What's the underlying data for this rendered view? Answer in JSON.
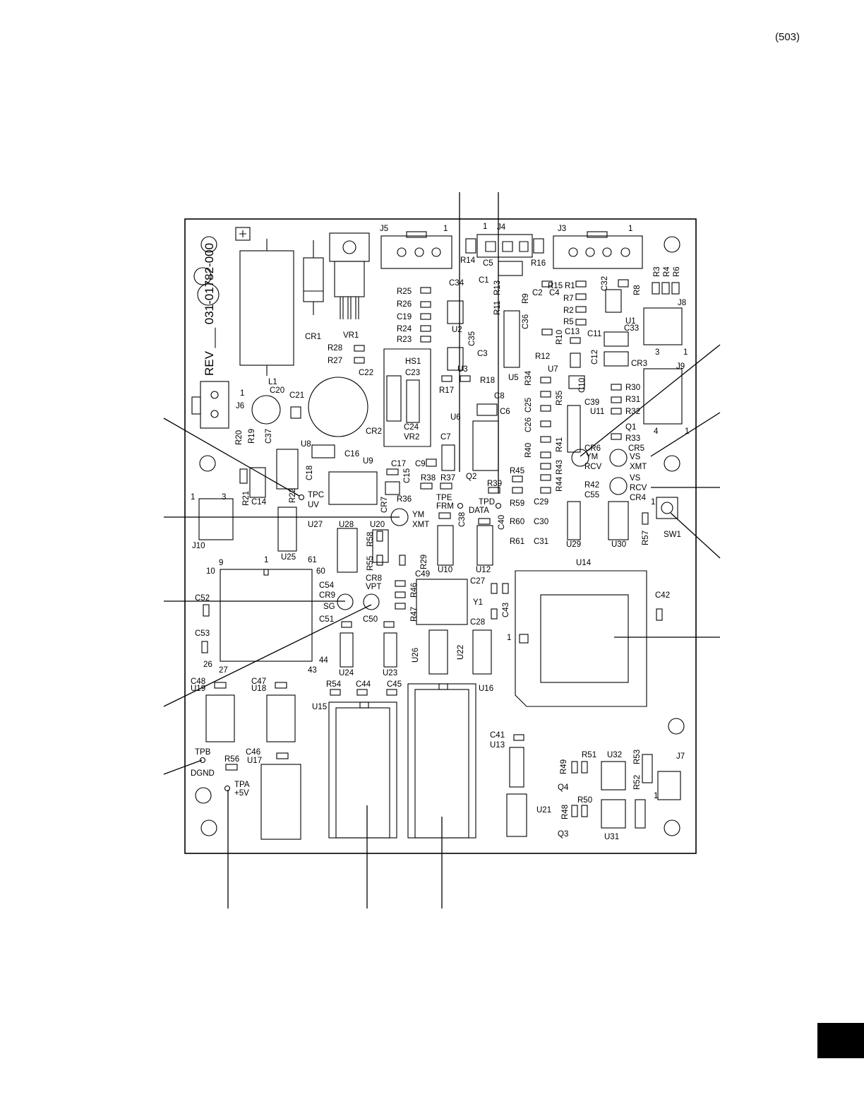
{
  "page": {
    "number": "(503)"
  },
  "board": {
    "part_number": "REV ___ 031-01782-000",
    "labels": [
      {
        "id": "l1",
        "text": "J5"
      },
      {
        "id": "l2",
        "text": "1"
      },
      {
        "id": "l3",
        "text": "1"
      },
      {
        "id": "l4",
        "text": "J4"
      },
      {
        "id": "l5",
        "text": "J3"
      },
      {
        "id": "l6",
        "text": "1"
      },
      {
        "id": "l7",
        "text": "R14"
      },
      {
        "id": "l8",
        "text": "C5"
      },
      {
        "id": "l9",
        "text": "R16"
      },
      {
        "id": "l10",
        "text": "R3"
      },
      {
        "id": "l11",
        "text": "R4"
      },
      {
        "id": "l12",
        "text": "R6"
      },
      {
        "id": "l13",
        "text": "R25"
      },
      {
        "id": "l14",
        "text": "R26"
      },
      {
        "id": "l15",
        "text": "C19"
      },
      {
        "id": "l16",
        "text": "R24"
      },
      {
        "id": "l17",
        "text": "R23"
      },
      {
        "id": "l18",
        "text": "C34"
      },
      {
        "id": "l19",
        "text": "C1"
      },
      {
        "id": "l20",
        "text": "R13"
      },
      {
        "id": "l21",
        "text": "R11"
      },
      {
        "id": "l22",
        "text": "R15"
      },
      {
        "id": "l23",
        "text": "R1"
      },
      {
        "id": "l24",
        "text": "C32"
      },
      {
        "id": "l25",
        "text": "R8"
      },
      {
        "id": "l26",
        "text": "C2"
      },
      {
        "id": "l27",
        "text": "C4"
      },
      {
        "id": "l28",
        "text": "R9"
      },
      {
        "id": "l29",
        "text": "R7"
      },
      {
        "id": "l30",
        "text": "R2"
      },
      {
        "id": "l31",
        "text": "R5"
      },
      {
        "id": "l32",
        "text": "J8"
      },
      {
        "id": "l33",
        "text": "U2"
      },
      {
        "id": "l34",
        "text": "C35"
      },
      {
        "id": "l35",
        "text": "C36"
      },
      {
        "id": "l36",
        "text": "R10"
      },
      {
        "id": "l37",
        "text": "C13"
      },
      {
        "id": "l38",
        "text": "U1"
      },
      {
        "id": "l39",
        "text": "C33"
      },
      {
        "id": "l40",
        "text": "C11"
      },
      {
        "id": "l41",
        "text": "CR1"
      },
      {
        "id": "l42",
        "text": "VR1"
      },
      {
        "id": "l43",
        "text": "R28"
      },
      {
        "id": "l44",
        "text": "R27"
      },
      {
        "id": "l45",
        "text": "C3"
      },
      {
        "id": "l46",
        "text": "R12"
      },
      {
        "id": "l47",
        "text": "C12"
      },
      {
        "id": "l48",
        "text": "3"
      },
      {
        "id": "l49",
        "text": "1"
      },
      {
        "id": "l50",
        "text": "HS1"
      },
      {
        "id": "l51",
        "text": "C23"
      },
      {
        "id": "l52",
        "text": "U3"
      },
      {
        "id": "l53",
        "text": "U5"
      },
      {
        "id": "l54",
        "text": "U7"
      },
      {
        "id": "l55",
        "text": "CR3"
      },
      {
        "id": "l56",
        "text": "J9"
      },
      {
        "id": "l57",
        "text": "L1"
      },
      {
        "id": "l58",
        "text": "C22"
      },
      {
        "id": "l59",
        "text": "R17"
      },
      {
        "id": "l60",
        "text": "R18"
      },
      {
        "id": "l61",
        "text": "R34"
      },
      {
        "id": "l62",
        "text": "C10"
      },
      {
        "id": "l63",
        "text": "R30"
      },
      {
        "id": "l64",
        "text": "C20"
      },
      {
        "id": "l65",
        "text": "C21"
      },
      {
        "id": "l66",
        "text": "C8"
      },
      {
        "id": "l67",
        "text": "C6"
      },
      {
        "id": "l68",
        "text": "C25"
      },
      {
        "id": "l69",
        "text": "R35"
      },
      {
        "id": "l70",
        "text": "C39"
      },
      {
        "id": "l71",
        "text": "R31"
      },
      {
        "id": "l72",
        "text": "J6"
      },
      {
        "id": "l73",
        "text": "1"
      },
      {
        "id": "l74",
        "text": "CR2"
      },
      {
        "id": "l75",
        "text": "C24"
      },
      {
        "id": "l76",
        "text": "VR2"
      },
      {
        "id": "l77",
        "text": "U6"
      },
      {
        "id": "l78",
        "text": "C26"
      },
      {
        "id": "l79",
        "text": "U11"
      },
      {
        "id": "l80",
        "text": "R32"
      },
      {
        "id": "l81",
        "text": "Q1"
      },
      {
        "id": "l82",
        "text": "4"
      },
      {
        "id": "l83",
        "text": "1"
      },
      {
        "id": "l84",
        "text": "R20"
      },
      {
        "id": "l85",
        "text": "R19"
      },
      {
        "id": "l86",
        "text": "C37"
      },
      {
        "id": "l87",
        "text": "U8"
      },
      {
        "id": "l88",
        "text": "C16"
      },
      {
        "id": "l89",
        "text": "C7"
      },
      {
        "id": "l90",
        "text": "R33"
      },
      {
        "id": "l91",
        "text": "U9"
      },
      {
        "id": "l92",
        "text": "R40"
      },
      {
        "id": "l93",
        "text": "R41"
      },
      {
        "id": "l94",
        "text": "CR6"
      },
      {
        "id": "l95",
        "text": "YM"
      },
      {
        "id": "l96",
        "text": "RCV"
      },
      {
        "id": "l97",
        "text": "CR5"
      },
      {
        "id": "l98",
        "text": "VS"
      },
      {
        "id": "l99",
        "text": "XMT"
      },
      {
        "id": "l100",
        "text": "C18"
      },
      {
        "id": "l101",
        "text": "C17"
      },
      {
        "id": "l102",
        "text": "C9"
      },
      {
        "id": "l103",
        "text": "C15"
      },
      {
        "id": "l104",
        "text": "R43"
      },
      {
        "id": "l105",
        "text": "R45"
      },
      {
        "id": "l106",
        "text": "Q2"
      },
      {
        "id": "l107",
        "text": "R38"
      },
      {
        "id": "l108",
        "text": "R37"
      },
      {
        "id": "l109",
        "text": "R39"
      },
      {
        "id": "l110",
        "text": "R44"
      },
      {
        "id": "l111",
        "text": "R42"
      },
      {
        "id": "l112",
        "text": "VS"
      },
      {
        "id": "l113",
        "text": "RCV"
      },
      {
        "id": "l114",
        "text": "1"
      },
      {
        "id": "l115",
        "text": "3"
      },
      {
        "id": "l116",
        "text": "R21"
      },
      {
        "id": "l117",
        "text": "R22"
      },
      {
        "id": "l118",
        "text": "TPC"
      },
      {
        "id": "l119",
        "text": "UV"
      },
      {
        "id": "l120",
        "text": "C14"
      },
      {
        "id": "l121",
        "text": "R36"
      },
      {
        "id": "l122",
        "text": "TPE"
      },
      {
        "id": "l123",
        "text": "FRM"
      },
      {
        "id": "l124",
        "text": "TPD"
      },
      {
        "id": "l125",
        "text": "DATA"
      },
      {
        "id": "l126",
        "text": "C55"
      },
      {
        "id": "l127",
        "text": "CR4"
      },
      {
        "id": "l128",
        "text": "C38"
      },
      {
        "id": "l129",
        "text": "C40"
      },
      {
        "id": "l130",
        "text": "R59"
      },
      {
        "id": "l131",
        "text": "C29"
      },
      {
        "id": "l132",
        "text": "1"
      },
      {
        "id": "l133",
        "text": "CR7"
      },
      {
        "id": "l134",
        "text": "YM"
      },
      {
        "id": "l135",
        "text": "XMT"
      },
      {
        "id": "l136",
        "text": "U27"
      },
      {
        "id": "l137",
        "text": "U28"
      },
      {
        "id": "l138",
        "text": "U20"
      },
      {
        "id": "l139",
        "text": "R60"
      },
      {
        "id": "l140",
        "text": "C30"
      },
      {
        "id": "l141",
        "text": "SW1"
      },
      {
        "id": "l142",
        "text": "R57"
      },
      {
        "id": "l143",
        "text": "J10"
      },
      {
        "id": "l144",
        "text": "R58"
      },
      {
        "id": "l145",
        "text": "R61"
      },
      {
        "id": "l146",
        "text": "C31"
      },
      {
        "id": "l147",
        "text": "U29"
      },
      {
        "id": "l148",
        "text": "U30"
      },
      {
        "id": "l149",
        "text": "U25"
      },
      {
        "id": "l150",
        "text": "R55"
      },
      {
        "id": "l151",
        "text": "R29"
      },
      {
        "id": "l152",
        "text": "9"
      },
      {
        "id": "l153",
        "text": "1"
      },
      {
        "id": "l154",
        "text": "61"
      },
      {
        "id": "l155",
        "text": "10"
      },
      {
        "id": "l156",
        "text": "60"
      },
      {
        "id": "l157",
        "text": "U10"
      },
      {
        "id": "l158",
        "text": "U12"
      },
      {
        "id": "l159",
        "text": "U14"
      },
      {
        "id": "l160",
        "text": "C54"
      },
      {
        "id": "l161",
        "text": "CR8"
      },
      {
        "id": "l162",
        "text": "C49"
      },
      {
        "id": "l163",
        "text": "C27"
      },
      {
        "id": "l164",
        "text": "C42"
      },
      {
        "id": "l165",
        "text": "CR9"
      },
      {
        "id": "l166",
        "text": "VPT"
      },
      {
        "id": "l167",
        "text": "R46"
      },
      {
        "id": "l168",
        "text": "C52"
      },
      {
        "id": "l169",
        "text": "SG"
      },
      {
        "id": "l170",
        "text": "Y1"
      },
      {
        "id": "l171",
        "text": "C43"
      },
      {
        "id": "l172",
        "text": "R47"
      },
      {
        "id": "l173",
        "text": "C51"
      },
      {
        "id": "l174",
        "text": "C50"
      },
      {
        "id": "l175",
        "text": "C28"
      },
      {
        "id": "l176",
        "text": "C53"
      },
      {
        "id": "l177",
        "text": "1"
      },
      {
        "id": "l178",
        "text": "44"
      },
      {
        "id": "l179",
        "text": "26"
      },
      {
        "id": "l180",
        "text": "27"
      },
      {
        "id": "l181",
        "text": "43"
      },
      {
        "id": "l182",
        "text": "U24"
      },
      {
        "id": "l183",
        "text": "U23"
      },
      {
        "id": "l184",
        "text": "U26"
      },
      {
        "id": "l185",
        "text": "U22"
      },
      {
        "id": "l186",
        "text": "C48"
      },
      {
        "id": "l187",
        "text": "C47"
      },
      {
        "id": "l188",
        "text": "R54"
      },
      {
        "id": "l189",
        "text": "C44"
      },
      {
        "id": "l190",
        "text": "C45"
      },
      {
        "id": "l191",
        "text": "U16"
      },
      {
        "id": "l192",
        "text": "U19"
      },
      {
        "id": "l193",
        "text": "U18"
      },
      {
        "id": "l194",
        "text": "U15"
      },
      {
        "id": "l195",
        "text": "C41"
      },
      {
        "id": "l196",
        "text": "U13"
      },
      {
        "id": "l197",
        "text": "R51"
      },
      {
        "id": "l198",
        "text": "U32"
      },
      {
        "id": "l199",
        "text": "R53"
      },
      {
        "id": "l200",
        "text": "J7"
      },
      {
        "id": "l201",
        "text": "TPB"
      },
      {
        "id": "l202",
        "text": "C46"
      },
      {
        "id": "l203",
        "text": "R56"
      },
      {
        "id": "l204",
        "text": "U17"
      },
      {
        "id": "l205",
        "text": "R49"
      },
      {
        "id": "l206",
        "text": "DGND"
      },
      {
        "id": "l207",
        "text": "TPA"
      },
      {
        "id": "l208",
        "text": "+5V"
      },
      {
        "id": "l209",
        "text": "Q4"
      },
      {
        "id": "l210",
        "text": "R52"
      },
      {
        "id": "l211",
        "text": "R50"
      },
      {
        "id": "l212",
        "text": "1"
      },
      {
        "id": "l213",
        "text": "U21"
      },
      {
        "id": "l214",
        "text": "R48"
      },
      {
        "id": "l215",
        "text": "Q3"
      },
      {
        "id": "l216",
        "text": "U31"
      }
    ]
  }
}
